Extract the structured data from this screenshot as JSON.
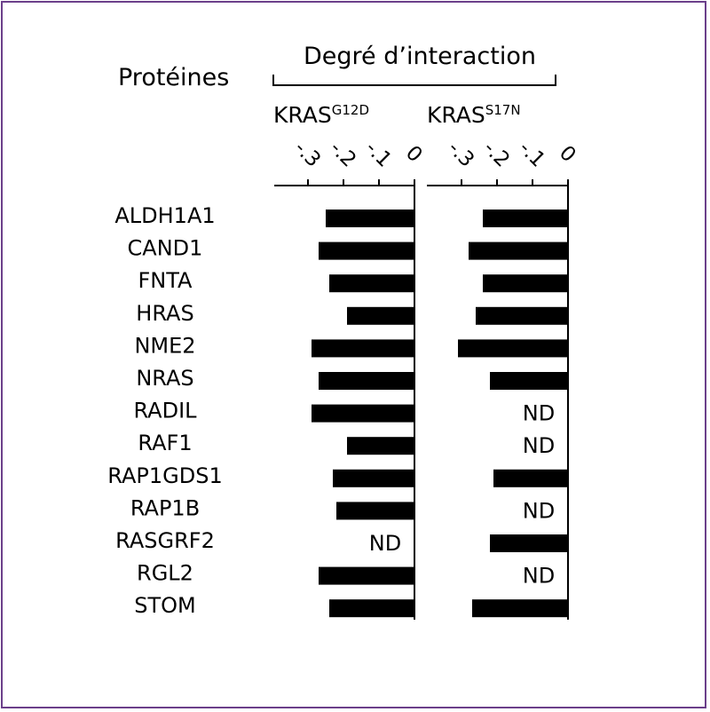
{
  "chart_data": {
    "type": "bar",
    "title": "Degré d’interaction",
    "row_header": "Protéines",
    "panels": [
      {
        "name_main": "KRAS",
        "name_sup": "G12D",
        "ticks": [
          "-.3",
          "-.2",
          "-.1",
          "0"
        ],
        "xlim": [
          -0.4,
          0
        ]
      },
      {
        "name_main": "KRAS",
        "name_sup": "S17N",
        "ticks": [
          "-.3",
          "-.2",
          "-.1",
          "0"
        ],
        "xlim": [
          -0.4,
          0
        ]
      }
    ],
    "categories": [
      "ALDH1A1",
      "CAND1",
      "FNTA",
      "HRAS",
      "NME2",
      "NRAS",
      "RADIL",
      "RAF1",
      "RAP1GDS1",
      "RAP1B",
      "RASGRF2",
      "RGL2",
      "STOM"
    ],
    "series": [
      {
        "name": "KRASG12D",
        "values": [
          -0.25,
          -0.27,
          -0.24,
          -0.19,
          -0.29,
          -0.27,
          -0.29,
          -0.19,
          -0.23,
          -0.22,
          "ND",
          -0.27,
          -0.24
        ]
      },
      {
        "name": "KRASS17N",
        "values": [
          -0.24,
          -0.28,
          -0.24,
          -0.26,
          -0.31,
          -0.22,
          "ND",
          "ND",
          -0.21,
          "ND",
          -0.22,
          "ND",
          -0.27
        ]
      }
    ],
    "missing_label": "ND",
    "bar_color": "#000000",
    "frame_color": "#6b3f8a"
  }
}
